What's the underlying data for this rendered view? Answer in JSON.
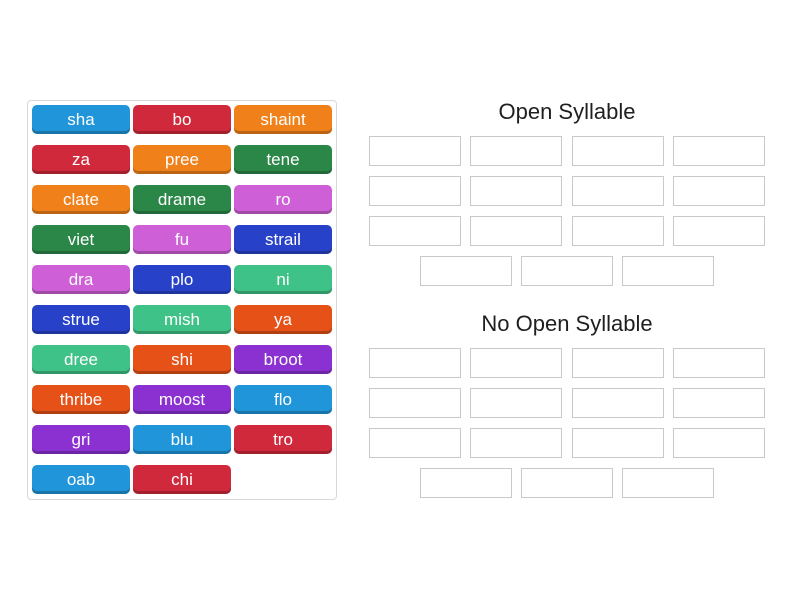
{
  "page": {
    "background": "#ffffff"
  },
  "palette": {
    "blue": "#2095da",
    "crimson": "#d0293c",
    "orange": "#f08019",
    "green": "#2b8748",
    "orchid": "#ce5fd6",
    "royalblue": "#2742c8",
    "seagreen": "#3fc287",
    "orangered": "#e55117",
    "purple": "#8b31d1"
  },
  "word_bank": {
    "tiles": [
      {
        "label": "sha",
        "color": "blue"
      },
      {
        "label": "bo",
        "color": "crimson"
      },
      {
        "label": "shaint",
        "color": "orange"
      },
      {
        "label": "za",
        "color": "crimson"
      },
      {
        "label": "pree",
        "color": "orange"
      },
      {
        "label": "tene",
        "color": "green"
      },
      {
        "label": "clate",
        "color": "orange"
      },
      {
        "label": "drame",
        "color": "green"
      },
      {
        "label": "ro",
        "color": "orchid"
      },
      {
        "label": "viet",
        "color": "green"
      },
      {
        "label": "fu",
        "color": "orchid"
      },
      {
        "label": "strail",
        "color": "royalblue"
      },
      {
        "label": "dra",
        "color": "orchid"
      },
      {
        "label": "plo",
        "color": "royalblue"
      },
      {
        "label": "ni",
        "color": "seagreen"
      },
      {
        "label": "strue",
        "color": "royalblue"
      },
      {
        "label": "mish",
        "color": "seagreen"
      },
      {
        "label": "ya",
        "color": "orangered"
      },
      {
        "label": "dree",
        "color": "seagreen"
      },
      {
        "label": "shi",
        "color": "orangered"
      },
      {
        "label": "broot",
        "color": "purple"
      },
      {
        "label": "thribe",
        "color": "orangered"
      },
      {
        "label": "moost",
        "color": "purple"
      },
      {
        "label": "flo",
        "color": "blue"
      },
      {
        "label": "gri",
        "color": "purple"
      },
      {
        "label": "blu",
        "color": "blue"
      },
      {
        "label": "tro",
        "color": "crimson"
      },
      {
        "label": "oab",
        "color": "blue"
      },
      {
        "label": "chi",
        "color": "crimson"
      }
    ]
  },
  "groups": [
    {
      "title": "Open Syllable",
      "slot_rows": [
        4,
        4,
        4,
        3
      ]
    },
    {
      "title": "No Open Syllable",
      "slot_rows": [
        4,
        4,
        4,
        3
      ]
    }
  ]
}
